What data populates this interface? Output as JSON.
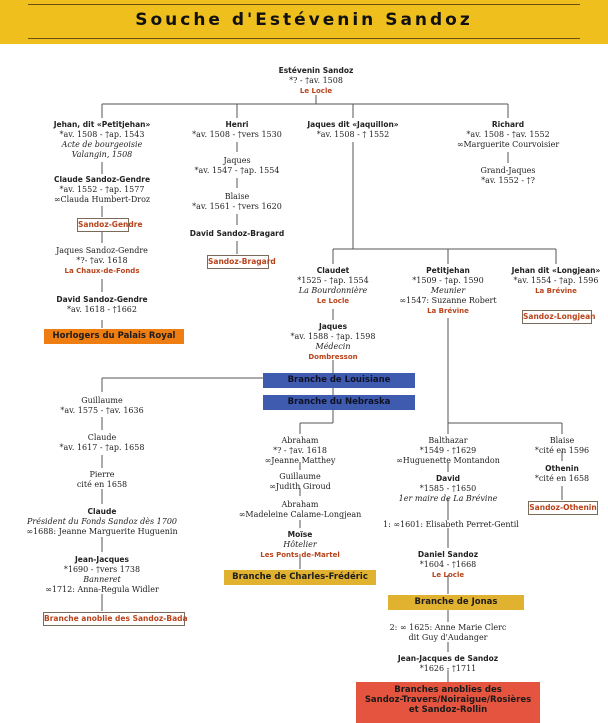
{
  "title": "Souche d'Estévenin Sandoz",
  "people": {
    "estevenin": {
      "name": "Estévenin Sandoz",
      "dates": "*? - †av. 1508",
      "place": "Le Locle"
    },
    "jehan": {
      "name": "Jehan, dit «Petitjehan»",
      "dates": "*av. 1508 - †ap. 1543",
      "note1": "Acte de bourgeoisie",
      "note2": "Valangin, 1508"
    },
    "henri": {
      "name": "Henri",
      "dates": "*av. 1508 - †vers 1530"
    },
    "jaques_jaquillon": {
      "name": "Jaques dit «Jaquillon»",
      "dates": "*av. 1508 - † 1552"
    },
    "richard": {
      "name": "Richard",
      "dates": "*av. 1508 - †av. 1552",
      "spouse": "∞Marguerite Courvoisier"
    },
    "claude_gendre": {
      "name": "Claude Sandoz-Gendre",
      "dates": "*av. 1552 - †ap. 1577",
      "spouse": "∞Clauda Humbert-Droz"
    },
    "jaques_henri": {
      "name": "Jaques",
      "dates": "*av. 1547 - †ap. 1554"
    },
    "grand_jaques": {
      "name": "Grand-Jaques",
      "dates": "*av. 1552 - †?"
    },
    "blaise_henri": {
      "name": "Blaise",
      "dates": "*av. 1561 - †vers 1620"
    },
    "david_bragard": {
      "name": "David Sandoz-Bragard"
    },
    "jaques_sandoz_gendre": {
      "name": "Jaques Sandoz-Gendre",
      "dates": "*?- †av. 1618",
      "place": "La Chaux-de-Fonds"
    },
    "david_gendre": {
      "name": "David Sandoz-Gendre",
      "dates": "*av. 1618 - †1662"
    },
    "claudet": {
      "name": "Claudet",
      "dates": "*1525 - †ap. 1554",
      "note": "La Bourdonnière",
      "place": "Le Locle"
    },
    "petitjehan": {
      "name": "Petitjehan",
      "dates": "*1509 - †ap. 1590",
      "note": "Meunier",
      "spouse": "∞1547: Suzanne Robert",
      "place": "La Brévine"
    },
    "jehan_longjean": {
      "name": "Jehan dit «Longjean»",
      "dates": "*av. 1554 - †ap. 1596",
      "place": "La Brévine"
    },
    "jaques_medecin": {
      "name": "Jaques",
      "dates": "*av. 1588 - †ap. 1598",
      "note": "Médecin",
      "place": "Dombresson"
    },
    "guillaume": {
      "name": "Guillaume",
      "dates": "*av. 1575 - †av. 1636"
    },
    "claude_1": {
      "name": "Claude",
      "dates": "*av. 1617 - †ap. 1658"
    },
    "pierre": {
      "name": "Pierre",
      "dates": "cité en 1658"
    },
    "claude_2": {
      "name": "Claude",
      "note": "Président du Fonds Sandoz dès 1700",
      "spouse": "∞1688: Jeanne Marguerite Huguenin"
    },
    "jean_jacques_1": {
      "name": "Jean-Jacques",
      "dates": "*1690 - †vers 1738",
      "note": "Banneret",
      "spouse": "∞1712: Anna-Regula Widler"
    },
    "abraham_1": {
      "name": "Abraham",
      "dates": "*? - †av. 1618",
      "spouse": "∞Jeanne Matthey"
    },
    "guillaume_2": {
      "name": "Guillaume",
      "spouse": "∞Judith Giroud"
    },
    "abraham_2": {
      "name": "Abraham",
      "spouse": "∞Madeleine Calame-Longjean"
    },
    "moise": {
      "name": "Moïse",
      "note": "Hôtelier",
      "place": "Les Ponts-de-Martel"
    },
    "balthazar": {
      "name": "Balthazar",
      "dates": "*1549 - †1629",
      "spouse": "∞Huguenette Montandon"
    },
    "david_breve": {
      "name": "David",
      "dates": "*1585 - †1650",
      "note": "1er maire de La Brévine"
    },
    "elisabeth": {
      "name": "1: ∞1601: Elisabeth Perret-Gentil"
    },
    "daniel": {
      "name": "Daniel Sandoz",
      "dates": "*1604 - †1668",
      "place": "Le Locle"
    },
    "anne_marie": {
      "name": "2: ∞ 1625: Anne Marie Clerc",
      "note": "dit Guy d'Audanger"
    },
    "jean_jacques_2": {
      "name": "Jean-Jacques de Sandoz",
      "dates": "*1626 - †1711"
    },
    "blaise_2": {
      "name": "Blaise",
      "dates": "*cité en 1596"
    },
    "othenin": {
      "name": "Othenin",
      "dates": "*cité en 1658"
    }
  },
  "branches": {
    "sandoz_gendre": "Sandoz-Gendre",
    "sandoz_bragard": "Sandoz-Bragard",
    "sandoz_longjean": "Sandoz-Longjean",
    "horlogers": "Horlogers du Palais Royal",
    "louisiane": "Branche de Louisiane",
    "nebraska": "Branche du Nebraska",
    "charles_frederic": "Branche de Charles-Frédéric",
    "jonas": "Branche de Jonas",
    "sandoz_bada": "Branche anoblie des Sandoz-Bada",
    "sandoz_othenin": "Sandoz-Othenin",
    "anoblies_1": "Branches anoblies des",
    "anoblies_2": "Sandoz-Travers/Noiraigue/Rosières",
    "anoblies_3": "et Sandoz-Rollin"
  }
}
